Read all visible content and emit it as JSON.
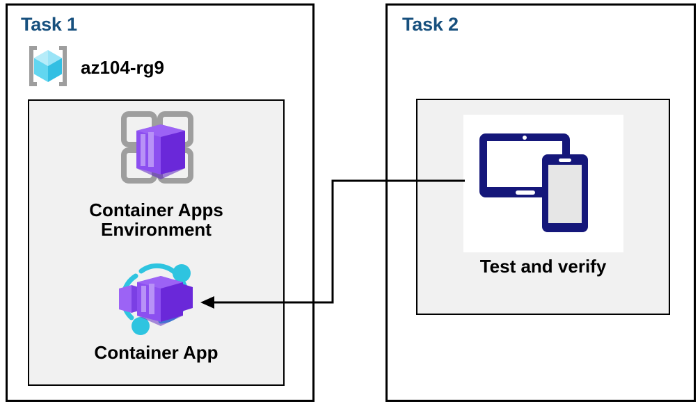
{
  "diagram": {
    "title_color": "#17507e",
    "panel_border_color": "#000000",
    "inner_fill_color": "#f1f1f1",
    "connector_color": "#000000"
  },
  "task1": {
    "title": "Task 1",
    "resource_group": {
      "icon": "azure-resource-group-icon",
      "name": "az104-rg9"
    },
    "resources": [
      {
        "icon": "container-apps-environment-icon",
        "label": "Container Apps\nEnvironment"
      },
      {
        "icon": "container-app-icon",
        "label": "Container App"
      }
    ]
  },
  "task2": {
    "title": "Task 2",
    "resources": [
      {
        "icon": "devices-test-verify-icon",
        "label": "Test and verify"
      }
    ]
  },
  "connector": {
    "from": "test-and-verify",
    "to": "container-app",
    "arrow_direction": "left"
  }
}
